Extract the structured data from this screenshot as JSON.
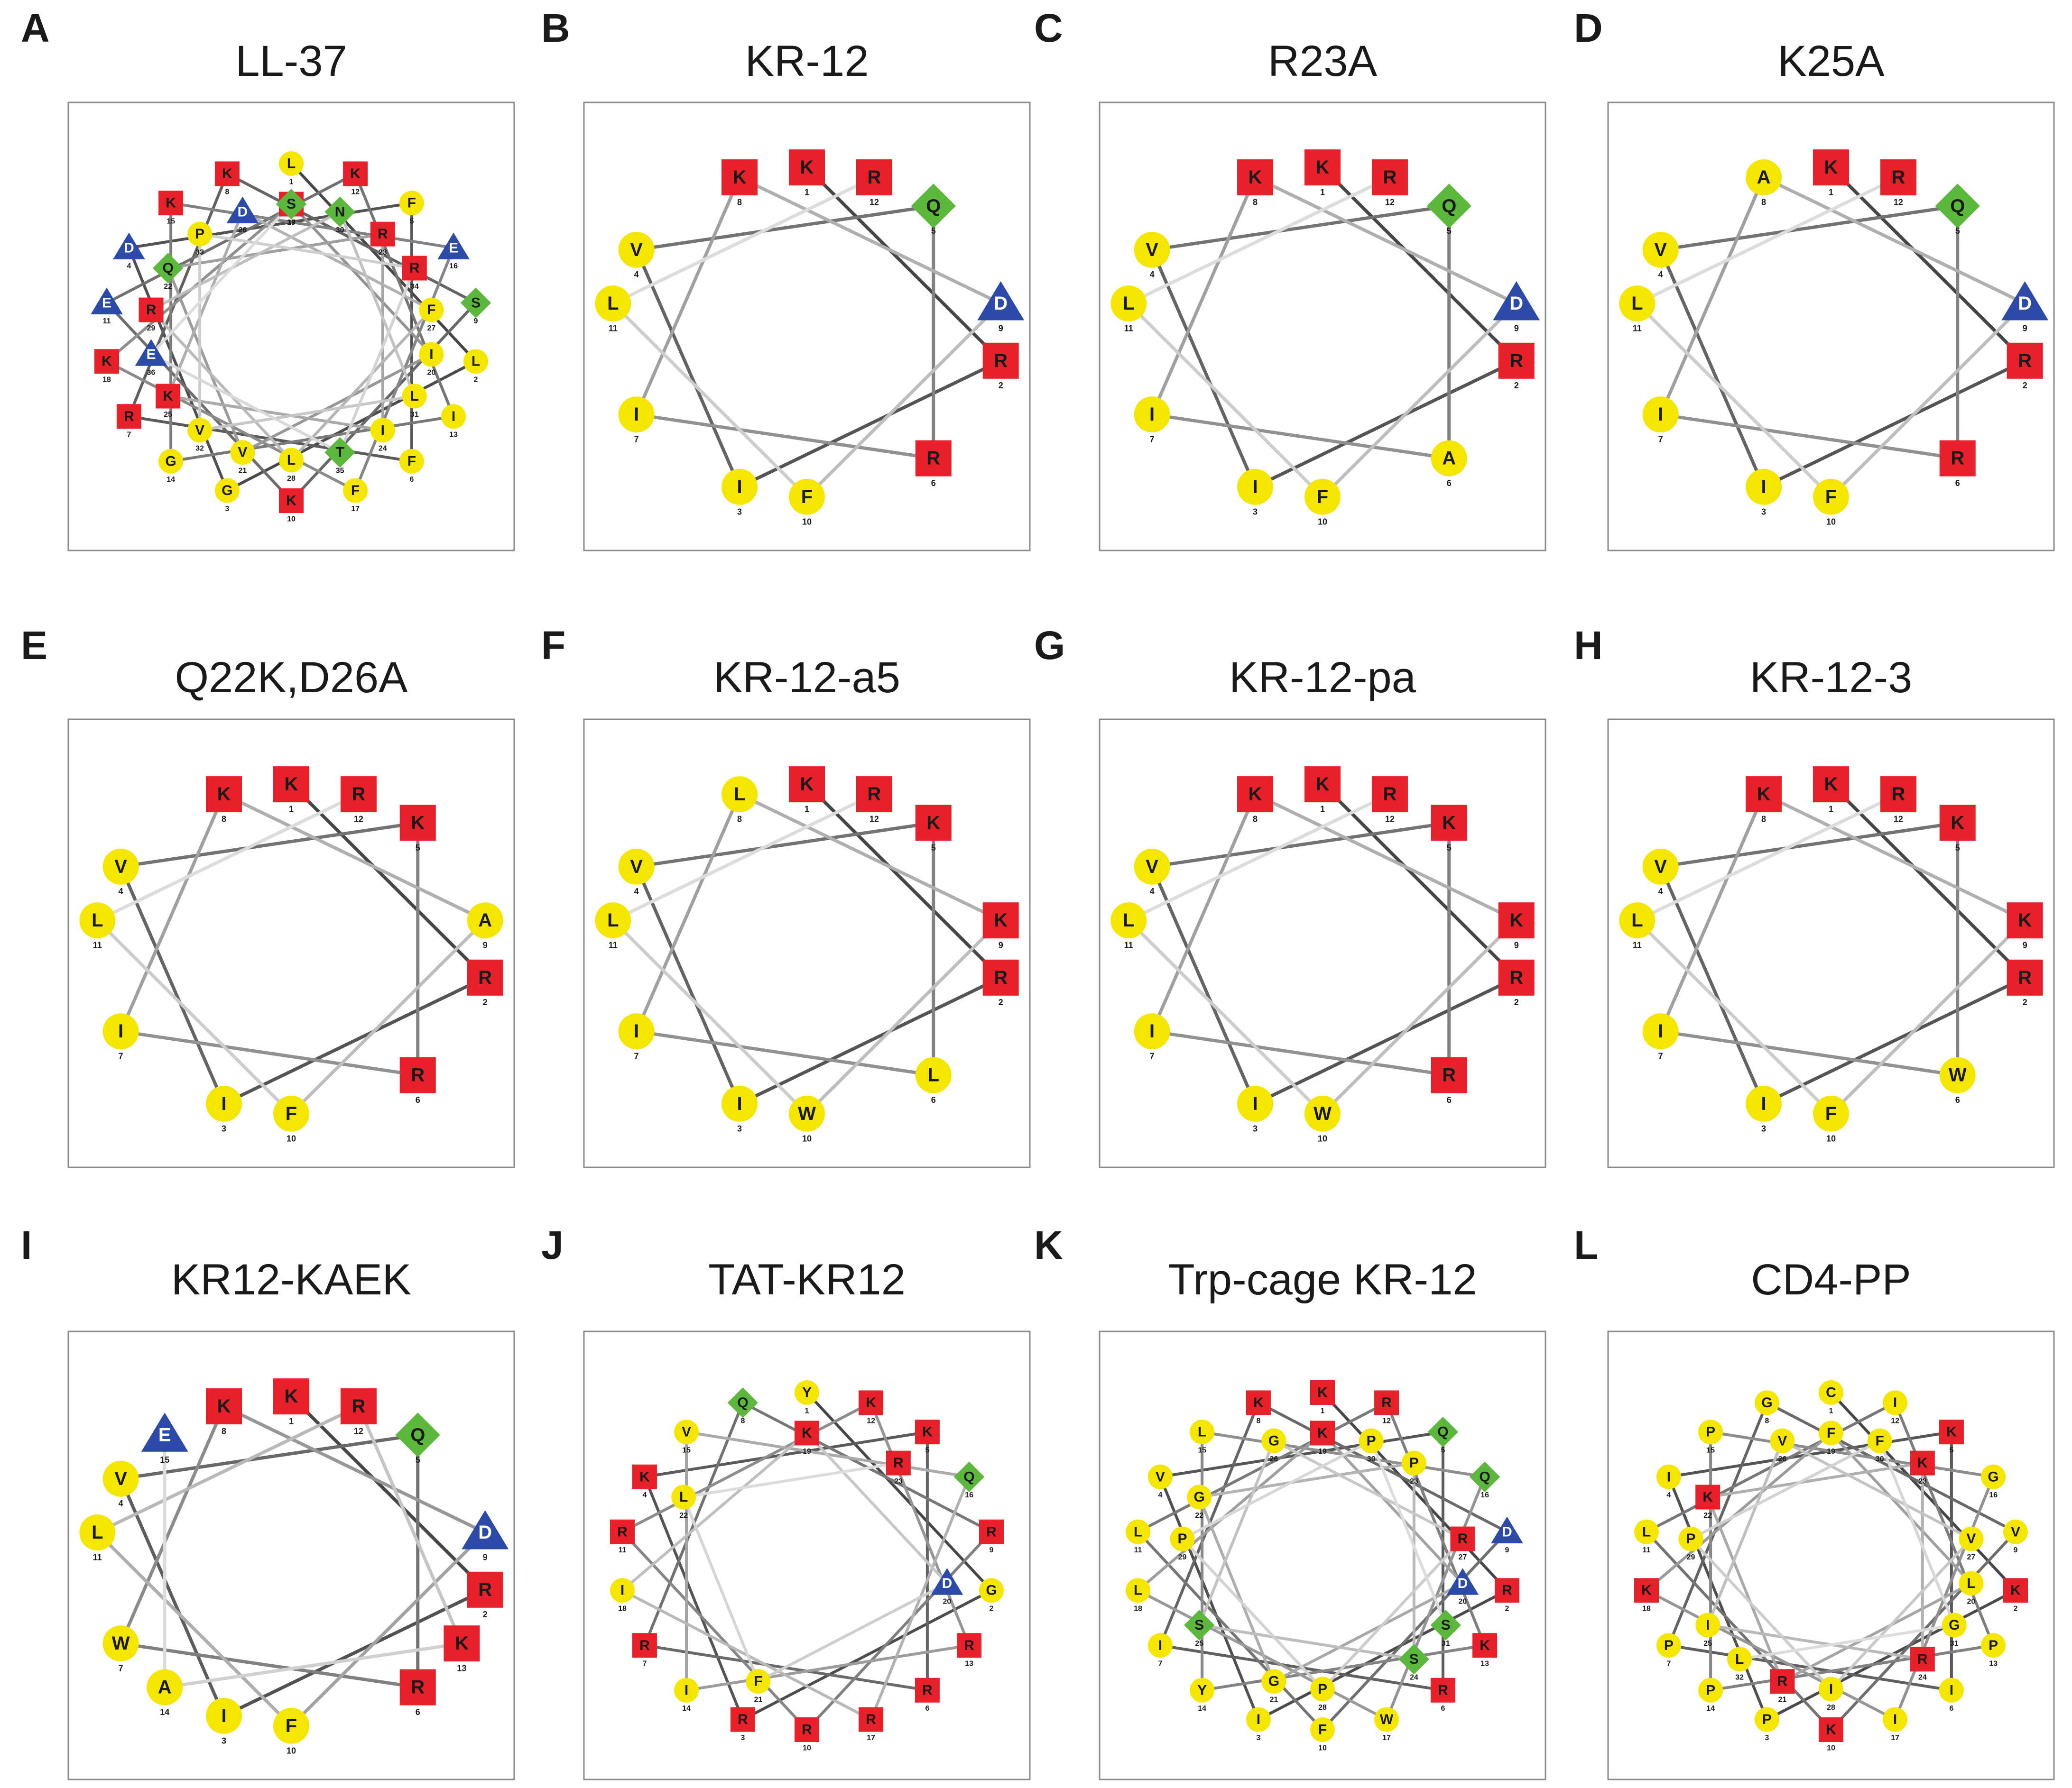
{
  "figure": {
    "panels": [
      {
        "letter": "A",
        "title": "LL-37",
        "sequence": "LLGDFFRKSKEKIGKEFKRIVQRIKDFLRNLVPRTES"
      },
      {
        "letter": "B",
        "title": "KR-12",
        "sequence": "KRIVQRIKDFLR"
      },
      {
        "letter": "C",
        "title": "R23A",
        "sequence": "KRIVQAIKDFLR"
      },
      {
        "letter": "D",
        "title": "K25A",
        "sequence": "KRIVQRIADFLR"
      },
      {
        "letter": "E",
        "title": "Q22K,D26A",
        "sequence": "KRIVKRIKAFLR"
      },
      {
        "letter": "F",
        "title": "KR-12-a5",
        "sequence": "KRIVKLILKWLR"
      },
      {
        "letter": "G",
        "title": "KR-12-pa",
        "sequence": "KRIVKRIKKWLR"
      },
      {
        "letter": "H",
        "title": "KR-12-3",
        "sequence": "KRIVKWIKKFLR"
      },
      {
        "letter": "I",
        "title": "KR12-KAEK",
        "sequence": "KRIVQRWKDFLRKAE"
      },
      {
        "letter": "J",
        "title": "TAT-KR12",
        "sequence": "YGRKKRRQRRRKRIVQRIKDFLR"
      },
      {
        "letter": "K",
        "title": "Trp-cage KR-12",
        "sequence": "KRIVQRIKDFLRKYLQWLKDGGPSSGRPPPS"
      },
      {
        "letter": "L",
        "title": "CD4-PP",
        "sequence": "CKPIKIPGVKLIPPPGIKFLRKKRIVVIPFGL"
      }
    ]
  },
  "colors": {
    "hydrophobic": "#f5e600",
    "basic": "#e8202a",
    "polar": "#5cb83c",
    "acidic": "#2c4aa8",
    "wheel_line_dark": "#4a4a4a",
    "wheel_line_light": "#cfcfcf"
  }
}
